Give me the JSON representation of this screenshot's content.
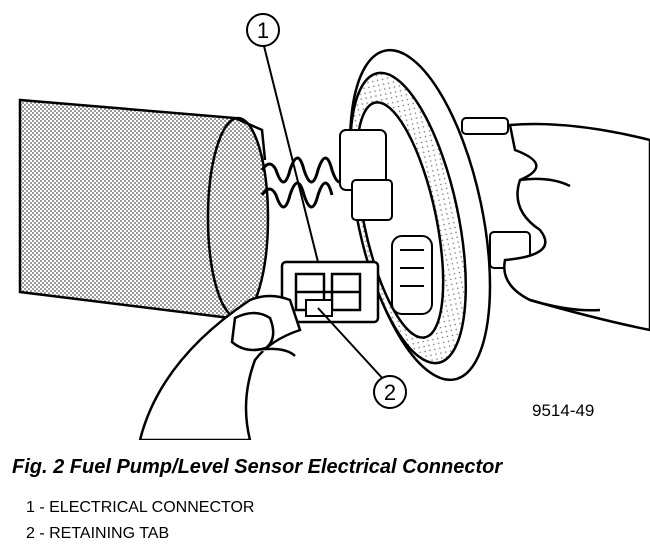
{
  "figure": {
    "caption": "Fig. 2 Fuel Pump/Level Sensor Electrical Connector",
    "code": "9514-49",
    "callouts": [
      "1",
      "2"
    ]
  },
  "legend": [
    "1 - ELECTRICAL CONNECTOR",
    "2 - RETAINING TAB"
  ],
  "colors": {
    "ink": "#000000",
    "paper": "#ffffff",
    "shade": "#9a9a9a"
  }
}
